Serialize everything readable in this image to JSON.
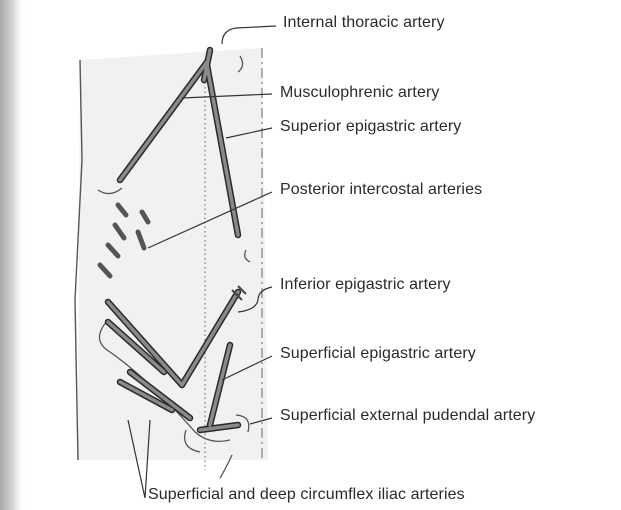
{
  "labels": {
    "internal_thoracic": "Internal thoracic artery",
    "musculophrenic": "Musculophrenic artery",
    "superior_epigastric": "Superior epigastric artery",
    "posterior_intercostal": "Posterior intercostal arteries",
    "inferior_epigastric": "Inferior epigastric artery",
    "superficial_epigastric": "Superficial epigastric artery",
    "superficial_external_pudendal": "Superficial external pudendal artery",
    "circumflex_iliac": "Superficial and deep circumflex iliac arteries"
  },
  "colors": {
    "artery_fill": "#8a8a8a",
    "artery_edge": "#2a2a2a",
    "line": "#333333",
    "label_text": "#2a2a2a",
    "background": "#ffffff",
    "body_shading": "#eeeeee",
    "left_edge_shadow": "#b8b8b8"
  }
}
